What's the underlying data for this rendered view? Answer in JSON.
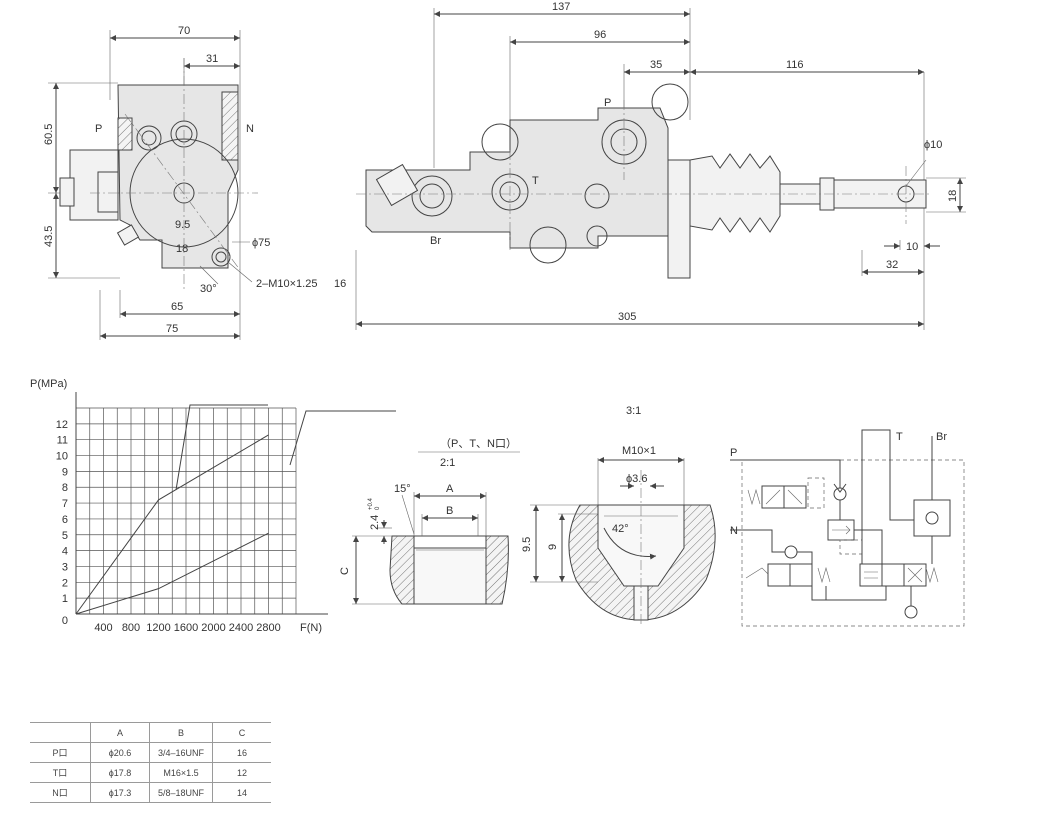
{
  "front_view": {
    "dims": [
      "70",
      "31",
      "60.5",
      "43.5",
      "9.5",
      "18",
      "65",
      "75",
      "30°"
    ],
    "phi75": "ϕ75",
    "thread": "2–M10×1.25",
    "thread_depth": "16",
    "ports": [
      "P",
      "N"
    ]
  },
  "side_view": {
    "dims": [
      "137",
      "96",
      "35",
      "116",
      "305",
      "32",
      "10",
      "18"
    ],
    "phi10": "ϕ10",
    "ports": [
      "P",
      "T",
      "Br"
    ]
  },
  "chart_data": {
    "type": "line",
    "ylabel": "P(MPa)",
    "xlabel": "F(N)",
    "x_ticks": [
      "400",
      "800",
      "1200",
      "1600",
      "2000",
      "2400",
      "2800"
    ],
    "y_ticks": [
      "0",
      "1",
      "2",
      "3",
      "4",
      "5",
      "6",
      "7",
      "8",
      "9",
      "10",
      "11",
      "12"
    ],
    "xlim": [
      0,
      3200
    ],
    "ylim": [
      0,
      13
    ],
    "grid": true,
    "series": [
      {
        "x": [
          0,
          1200,
          2800
        ],
        "y": [
          0,
          7.2,
          11.3
        ]
      },
      {
        "x": [
          0,
          1200,
          2800
        ],
        "y": [
          0,
          1.6,
          5.1
        ]
      }
    ]
  },
  "port_detail": {
    "header": "（P、T、N口）",
    "scale": "2:1",
    "labels": [
      "15°",
      "A",
      "B",
      "C"
    ],
    "tolerance": "2.4",
    "tolerance_sup": "+0.4",
    "tolerance_sub": "0"
  },
  "thread_detail": {
    "scale": "3:1",
    "thread": "M10×1",
    "phi": "ϕ3.6",
    "angle": "42°",
    "dims": [
      "9.5",
      "9"
    ]
  },
  "schematic": {
    "labels": [
      "P",
      "T",
      "Br",
      "N"
    ]
  },
  "table": {
    "headers": [
      "",
      "A",
      "B",
      "C"
    ],
    "rows": [
      [
        "P口",
        "ϕ20.6",
        "3/4–16UNF",
        "16"
      ],
      [
        "T口",
        "ϕ17.8",
        "M16×1.5",
        "12"
      ],
      [
        "N口",
        "ϕ17.3",
        "5/8–18UNF",
        "14"
      ]
    ]
  }
}
